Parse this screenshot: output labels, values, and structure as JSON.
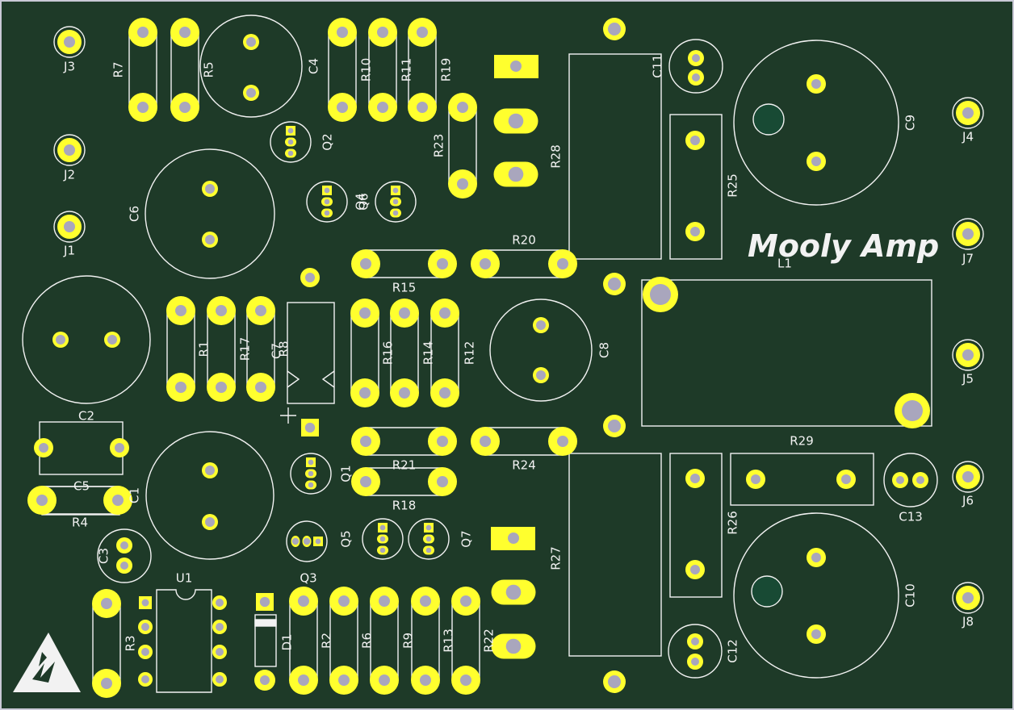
{
  "board": {
    "title": "Mooly Amp",
    "colors": {
      "board": "#1e3a28",
      "pad": "#ffff2e",
      "drill": "#a9a6bd",
      "silk": "#f2f2f2",
      "edge": "#c9c9d6"
    }
  },
  "labels": {
    "J1": "J1",
    "J2": "J2",
    "J3": "J3",
    "J4": "J4",
    "J5": "J5",
    "J6": "J6",
    "J7": "J7",
    "J8": "J8",
    "R1": "R1",
    "R2": "R2",
    "R3": "R3",
    "R4": "R4",
    "R5": "R5",
    "R6": "R6",
    "R7": "R7",
    "R8": "R8",
    "R9": "R9",
    "R10": "R10",
    "R11": "R11",
    "R12": "R12",
    "R13": "R13",
    "R14": "R14",
    "R15": "R15",
    "R16": "R16",
    "R17": "R17",
    "R18": "R18",
    "R19": "R19",
    "R20": "R20",
    "R21": "R21",
    "R22": "R22",
    "R23": "R23",
    "R24": "R24",
    "R25": "R25",
    "R26": "R26",
    "R27": "R27",
    "R28": "R28",
    "R29": "R29",
    "C1": "C1",
    "C2": "C2",
    "C3": "C3",
    "C4": "C4",
    "C5": "C5",
    "C6": "C6",
    "C7": "C7",
    "C8": "C8",
    "C9": "C9",
    "C10": "C10",
    "C11": "C11",
    "C12": "C12",
    "C13": "C13",
    "Q1": "Q1",
    "Q2": "Q2",
    "Q3": "Q3",
    "Q4": "Q4",
    "Q5": "Q5",
    "Q6": "Q6",
    "Q7": "Q7",
    "U1": "U1",
    "D1": "D1",
    "L1": "L1"
  },
  "icons": {
    "esd": "esd-warning-icon"
  }
}
